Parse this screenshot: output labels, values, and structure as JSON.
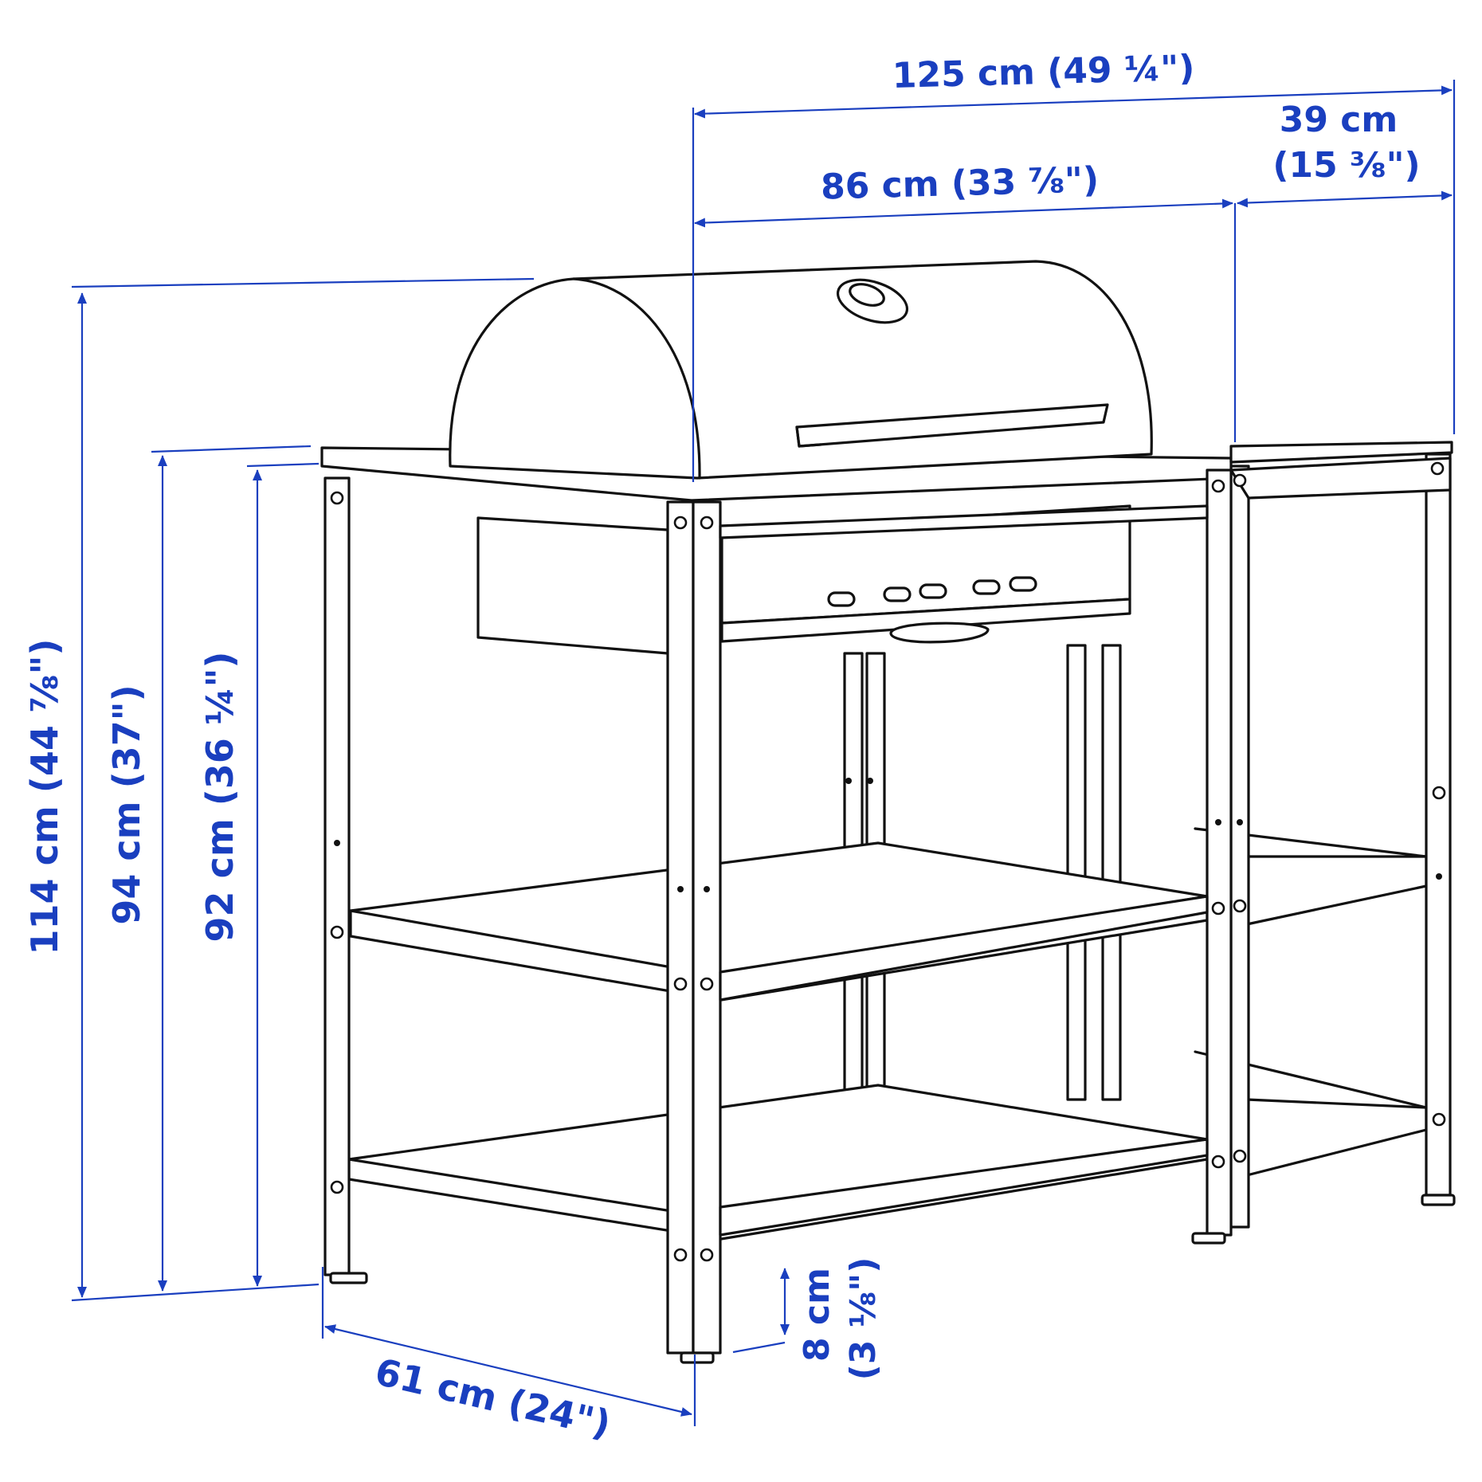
{
  "dimensions": {
    "total_width": "125 cm (49 ¼\")",
    "grill_width": "86 cm (33 ⅞\")",
    "side_width_cm": "39 cm",
    "side_width_in": "(15 ⅜\")",
    "total_height": "114 cm (44 ⅞\")",
    "table_height": "94 cm (37\")",
    "shelf_height": "92 cm (36 ¼\")",
    "depth": "61 cm (24\")",
    "clearance_cm": "8 cm",
    "clearance_in": "(3 ⅛\")"
  },
  "colors": {
    "dimension": "#1a3fbf",
    "outline": "#111111",
    "background": "#ffffff"
  }
}
